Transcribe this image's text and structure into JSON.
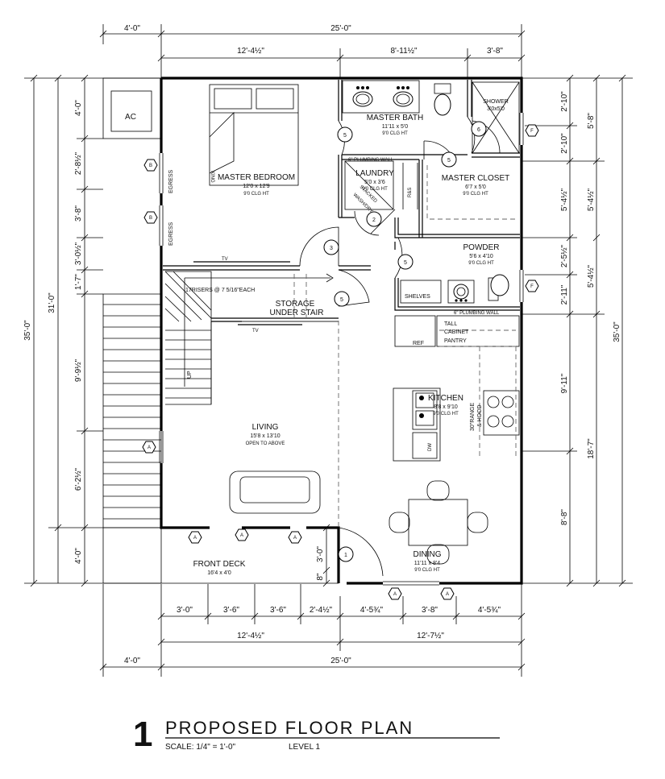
{
  "title": {
    "number": "1",
    "text": "PROPOSED FLOOR PLAN",
    "scale": "SCALE: 1/4\" = 1'-0\"",
    "level": "LEVEL 1"
  },
  "rooms": {
    "master_bedroom": {
      "name": "MASTER BEDROOM",
      "size": "12'0 x 12'9",
      "clg": "9'0 CLG HT"
    },
    "master_bath": {
      "name": "MASTER BATH",
      "size": "11'11 x 5'0",
      "clg": "9'0 CLG HT"
    },
    "laundry": {
      "name": "LAUNDRY",
      "size": "5'0 x 3'6",
      "clg": "9'0 CLG HT"
    },
    "master_closet": {
      "name": "MASTER CLOSET",
      "size": "6'7 x 5'0",
      "clg": "9'0 CLG HT"
    },
    "powder": {
      "name": "POWDER",
      "size": "5'6 x 4'10",
      "clg": "9'0 CLG HT"
    },
    "storage": {
      "line1": "STORAGE",
      "line2": "UNDER STAIR"
    },
    "kitchen": {
      "name": "KITCHEN",
      "size": "8'8 x 9'10",
      "clg": "9'0 CLG HT"
    },
    "living": {
      "name": "LIVING",
      "size": "15'8 x 13'10",
      "note": "OPEN TO ABOVE"
    },
    "dining": {
      "name": "DINING",
      "size": "11'11 x 8'4",
      "clg": "9'0 CLG HT"
    },
    "front_deck": {
      "name": "FRONT DECK",
      "size": "16'4 x 4'0"
    }
  },
  "labels": {
    "ac": "AC",
    "shower": "SHOWER",
    "shower_size": "3'0x5'0",
    "king": "KING",
    "egress1": "EGRESS",
    "egress2": "EGRESS",
    "plumbing_wall_upper": "6\" PLUMBING WALL",
    "plumbing_wall_lower": "6\" PLUMBING WALL",
    "stacked": "STACKED",
    "wash_dry": "WASH/DRY",
    "rs": "R&S",
    "tv_bedroom": "TV",
    "tv_living": "TV",
    "risers": "17RISERS @ 7 5/16\"EACH",
    "up": "UP",
    "shelves": "SHELVES",
    "ref": "REF",
    "tall_cabinet": "TALL",
    "tall_cabinet2": "CABINET",
    "tall_cabinet3": "PANTRY",
    "dw": "DW",
    "range": "30\"RANGE",
    "hood": "& HOOD"
  },
  "door_tags": [
    "1",
    "2",
    "3",
    "5",
    "5",
    "5",
    "5",
    "6"
  ],
  "window_tags": {
    "A": "A",
    "B": "B",
    "F": "F"
  },
  "dims_top": {
    "overall_left": "4'-0\"",
    "overall_main": "25'-0\"",
    "seg1": "12'-4½\"",
    "seg2": "8'-11½\"",
    "seg3": "3'-8\""
  },
  "dims_bottom": {
    "row1": [
      "3'-0\"",
      "3'-6\"",
      "3'-6\"",
      "2'-4½\"",
      "4'-5¾\"",
      "3'-8\"",
      "4'-5¾\""
    ],
    "row2": [
      "12'-4½\"",
      "12'-7½\""
    ],
    "row3_left": "4'-0\"",
    "row3_main": "25'-0\""
  },
  "dims_left": {
    "overall_outer": "35'-0\"",
    "overall_inner": "31'-0\"",
    "segs": [
      "4'-0\"",
      "2'-8½\"",
      "3'-8\"",
      "3'-0½\"",
      "1'-7\"",
      "9'-9½\"",
      "6'-2½\"",
      "4'-0\""
    ],
    "door_segs": [
      "3'-0\"",
      "8\""
    ]
  },
  "dims_right": {
    "inner": [
      "2'-10\"",
      "2'-10\"",
      "5'-4½\"",
      "2'-5½\"",
      "2'-11\"",
      "9'-11\"",
      "8'-8\""
    ],
    "mid": [
      "5'-8\"",
      "5'-4½\"",
      "5'-4½\"",
      "18'-7\""
    ],
    "overall": "35'-0\""
  }
}
